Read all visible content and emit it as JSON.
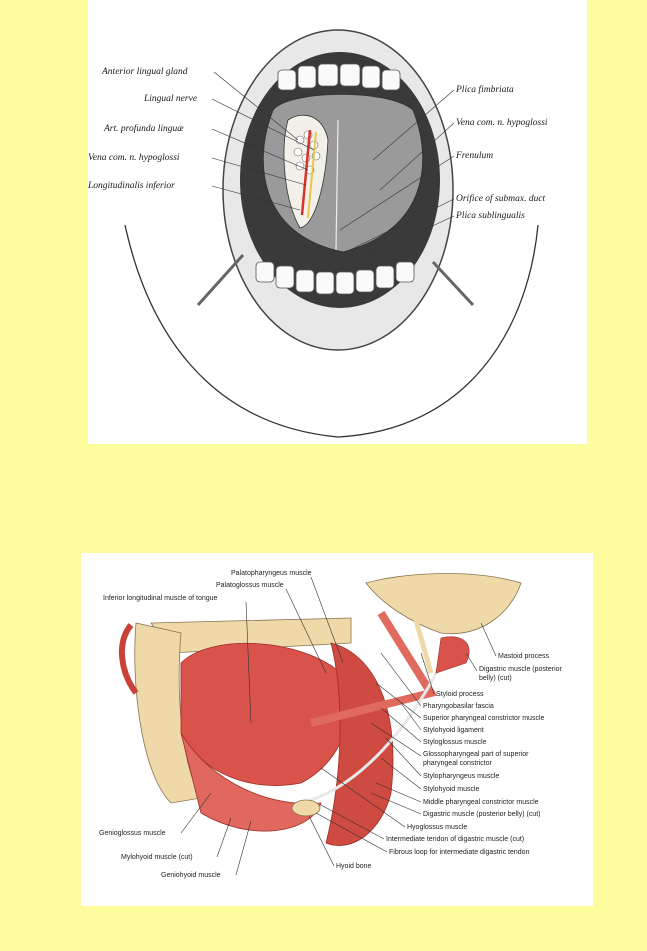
{
  "top_figure": {
    "labels_left": [
      "Anterior lingual gland",
      "Lingual nerve",
      "Art. profunda linguæ",
      "Vena com. n. hypoglossi",
      "Longitudinalis inferior"
    ],
    "labels_right": [
      "Plica fimbriata",
      "Vena com. n. hypoglossi",
      "Frenulum",
      "Orifice of submax. duct",
      "Plica sublingualis"
    ]
  },
  "bottom_figure": {
    "labels_top": [
      "Palatopharyngeus muscle",
      "Palatoglossus muscle",
      "Inferior longitudinal muscle of tongue"
    ],
    "labels_right": [
      "Mastoid process",
      "Digastric muscle (posterior",
      "belly) (cut)",
      "Styloid process",
      "Pharyngobasilar fascia",
      "Superior pharyngeal constrictor muscle",
      "Stylohyoid ligament",
      "Styloglossus muscle",
      "Glossopharyngeal part of superior",
      "pharyngeal constrictor",
      "Stylopharyngeus muscle",
      "Stylohyoid muscle",
      "Middle pharyngeal constrictor muscle",
      "Digastric muscle (posterior belly) (cut)",
      "Hyoglossus muscle",
      "Intermediate tendon of digastric muscle (cut)",
      "Fibrous loop for intermediate digastric tendon",
      "Hyoid bone"
    ],
    "labels_left": [
      "Genioglossus muscle",
      "Mylohyoid muscle (cut)",
      "Geniohyoid muscle"
    ]
  },
  "colors": {
    "page_background": "#fefd9e",
    "muscle": "#d9534a",
    "bone": "#f0d9a8"
  }
}
